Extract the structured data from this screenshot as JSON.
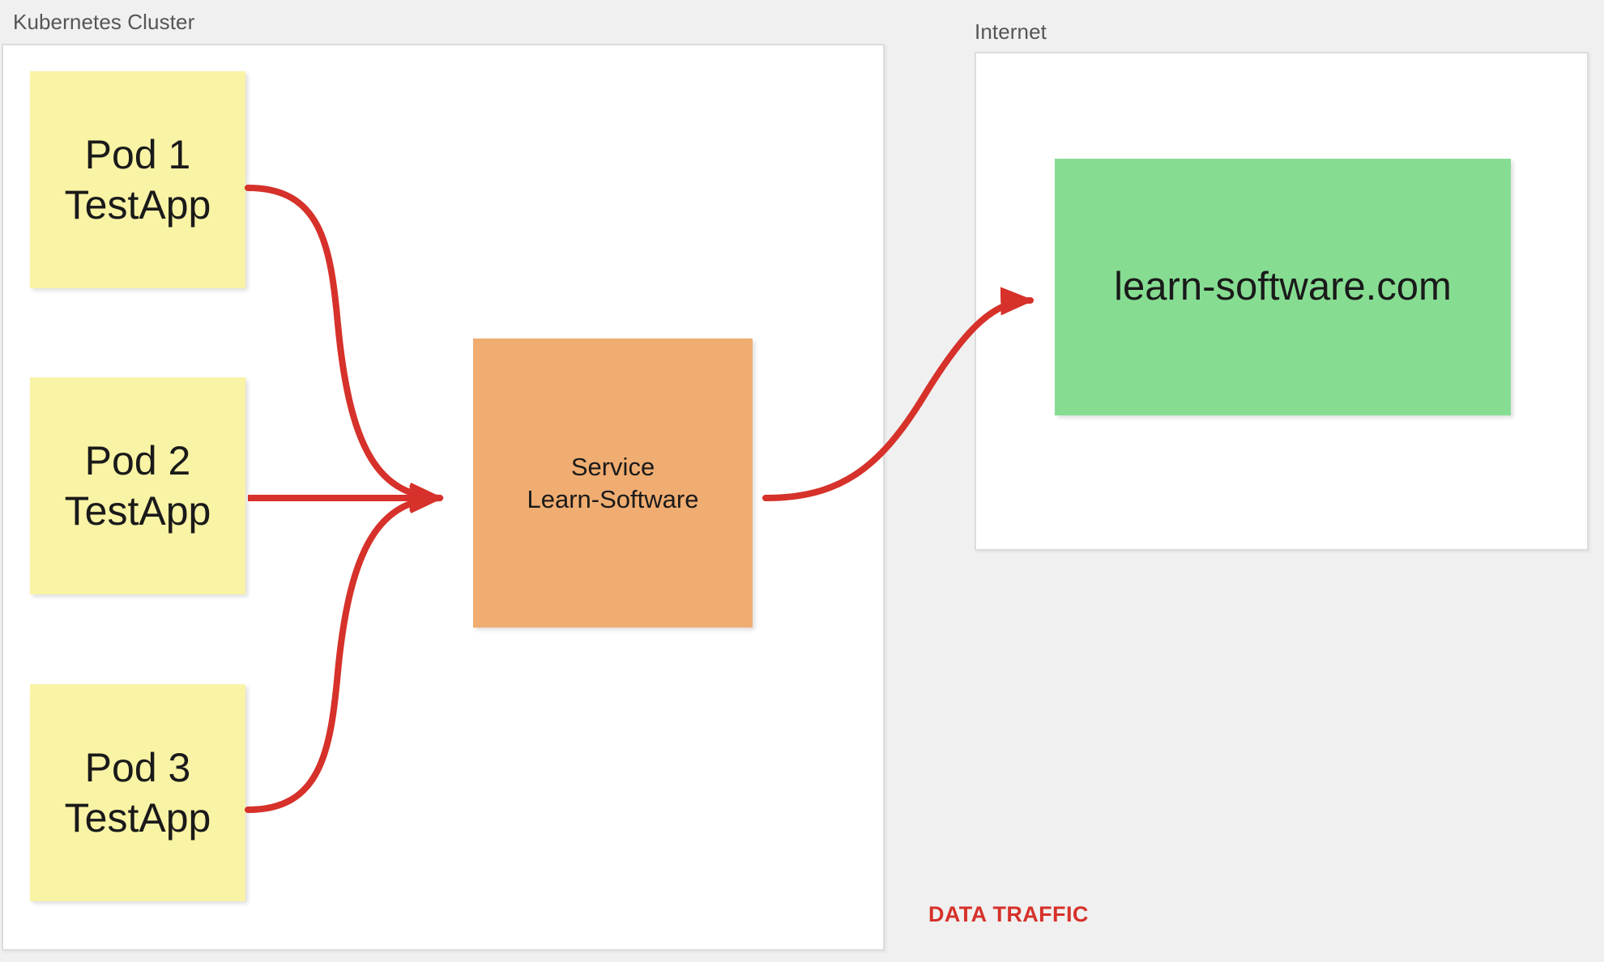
{
  "diagram": {
    "background_color": "#f0f0f0",
    "groups": [
      {
        "id": "cluster",
        "label": "Kubernetes Cluster"
      },
      {
        "id": "internet",
        "label": "Internet"
      }
    ],
    "nodes": {
      "pod1": {
        "line1": "Pod 1",
        "line2": "TestApp",
        "color": "#f9f3a5"
      },
      "pod2": {
        "line1": "Pod 2",
        "line2": "TestApp",
        "color": "#f9f3a5"
      },
      "pod3": {
        "line1": "Pod 3",
        "line2": "TestApp",
        "color": "#f9f3a5"
      },
      "service": {
        "line1": "Service",
        "line2": "Learn-Software",
        "color": "#f0ad71"
      },
      "site": {
        "label": "learn-software.com",
        "color": "#86dd92"
      }
    },
    "edges": [
      {
        "from": "pod1",
        "to": "service",
        "color": "#d6312a",
        "arrow": true
      },
      {
        "from": "pod2",
        "to": "service",
        "color": "#d6312a",
        "arrow": true
      },
      {
        "from": "pod3",
        "to": "service",
        "color": "#d6312a",
        "arrow": true
      },
      {
        "from": "service",
        "to": "site",
        "color": "#d6312a",
        "arrow": true
      }
    ],
    "legend": {
      "label": "DATA TRAFFIC",
      "color": "#d6312a"
    }
  }
}
